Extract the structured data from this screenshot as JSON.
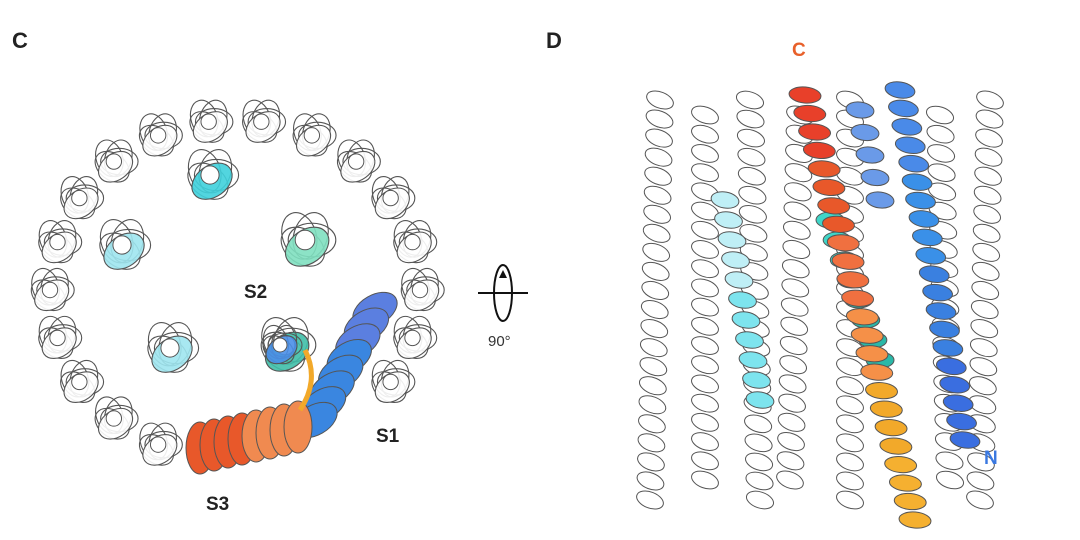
{
  "panel_c": {
    "label": "C",
    "subunits": [
      "S1",
      "S2",
      "S3"
    ]
  },
  "rotation": {
    "label": "90°"
  },
  "panel_d": {
    "label": "D",
    "c_terminus": "C",
    "n_terminus": "N"
  },
  "colors": {
    "outline": "#555555",
    "s1_blue": "#3a86e0",
    "s2_teal": "#3fbfa8",
    "s3_orange": "#e8582a",
    "cyan_light": "#9fe6ef",
    "gold": "#f2a92a",
    "c_label": "#e8602a",
    "n_label": "#3a78e0"
  }
}
